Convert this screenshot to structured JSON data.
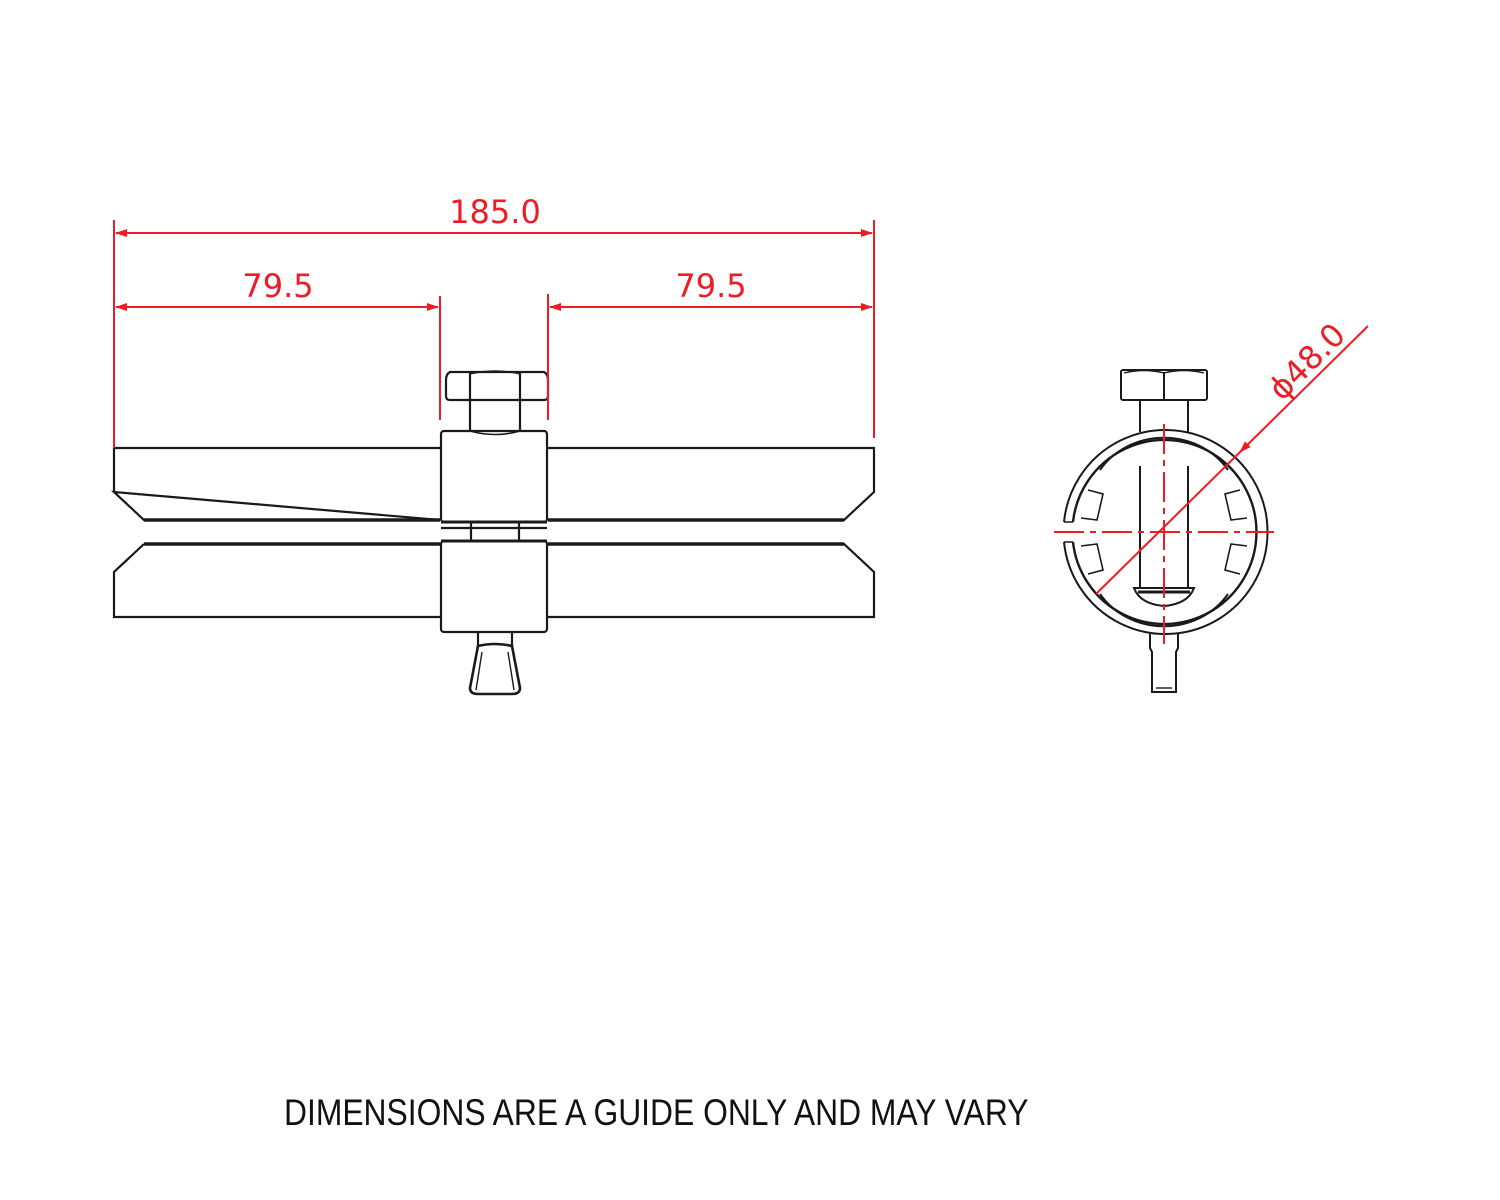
{
  "drawing": {
    "title": "Scaffold sleeve coupler technical drawing",
    "views": [
      "side-view",
      "end-view"
    ],
    "dimensions": {
      "overall_length": "185.0",
      "left_segment": "79.5",
      "right_segment": "79.5",
      "tube_diameter": "ϕ48.0"
    },
    "colors": {
      "dimension": "#ee1c24",
      "outline": "#1a1a1a",
      "background": "#ffffff"
    }
  },
  "footer": {
    "note": "DIMENSIONS ARE A GUIDE ONLY AND MAY VARY"
  }
}
